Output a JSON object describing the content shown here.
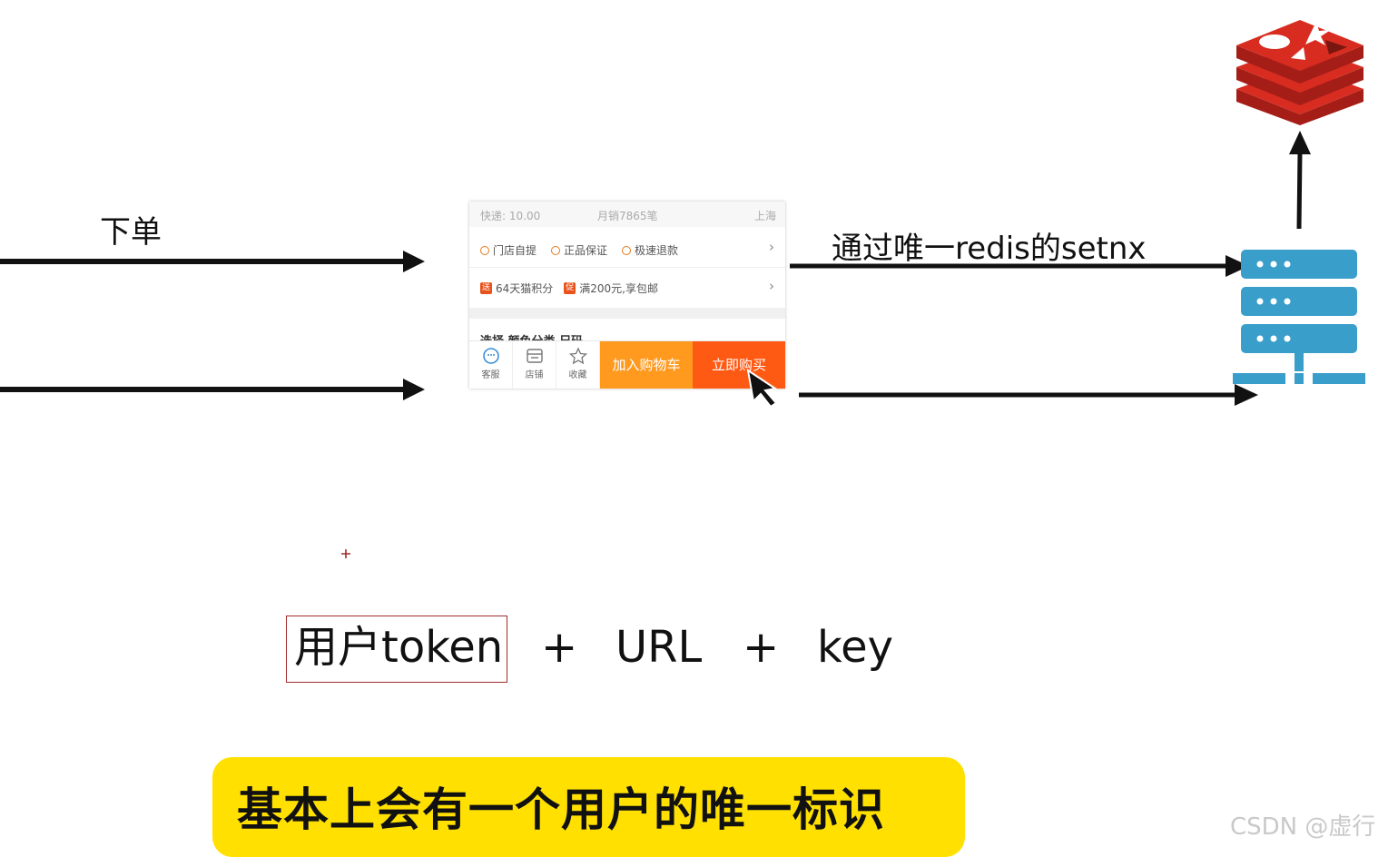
{
  "labels": {
    "order": "下单",
    "setnx": "通过唯一redis的setnx"
  },
  "product_card": {
    "info_row": {
      "shipping": "快递: 10.00",
      "sales": "月销7865笔",
      "location": "上海"
    },
    "services": [
      "门店自提",
      "正品保证",
      "极速退款"
    ],
    "promos": [
      {
        "tag": "送",
        "text": "64天猫积分"
      },
      {
        "tag": "促",
        "text": "满200元,享包邮"
      }
    ],
    "partial_row": "选择 颜色分类 尺码",
    "bottom_bar": {
      "service_label": "客服",
      "store_label": "店铺",
      "favorite_label": "收藏",
      "cart_button": "加入购物车",
      "buy_button": "立即购买"
    }
  },
  "formula": {
    "token": "用户token",
    "plus1": "+",
    "url": "URL",
    "plus2": "+",
    "key": "key"
  },
  "banner": "基本上会有一个用户的唯一标识",
  "watermark": "CSDN @虚行",
  "colors": {
    "arrow": "#111111",
    "redis_red": "#d82c20",
    "server_blue": "#3a9ecb",
    "cart_orange": "#ff9a1f",
    "buy_orange": "#ff5a14",
    "banner_yellow": "#ffe000",
    "token_border": "#a02a2a"
  },
  "icons": [
    "redis-logo-icon",
    "server-stack-icon",
    "cursor-arrow-icon",
    "customer-service-icon",
    "store-icon",
    "star-icon"
  ]
}
